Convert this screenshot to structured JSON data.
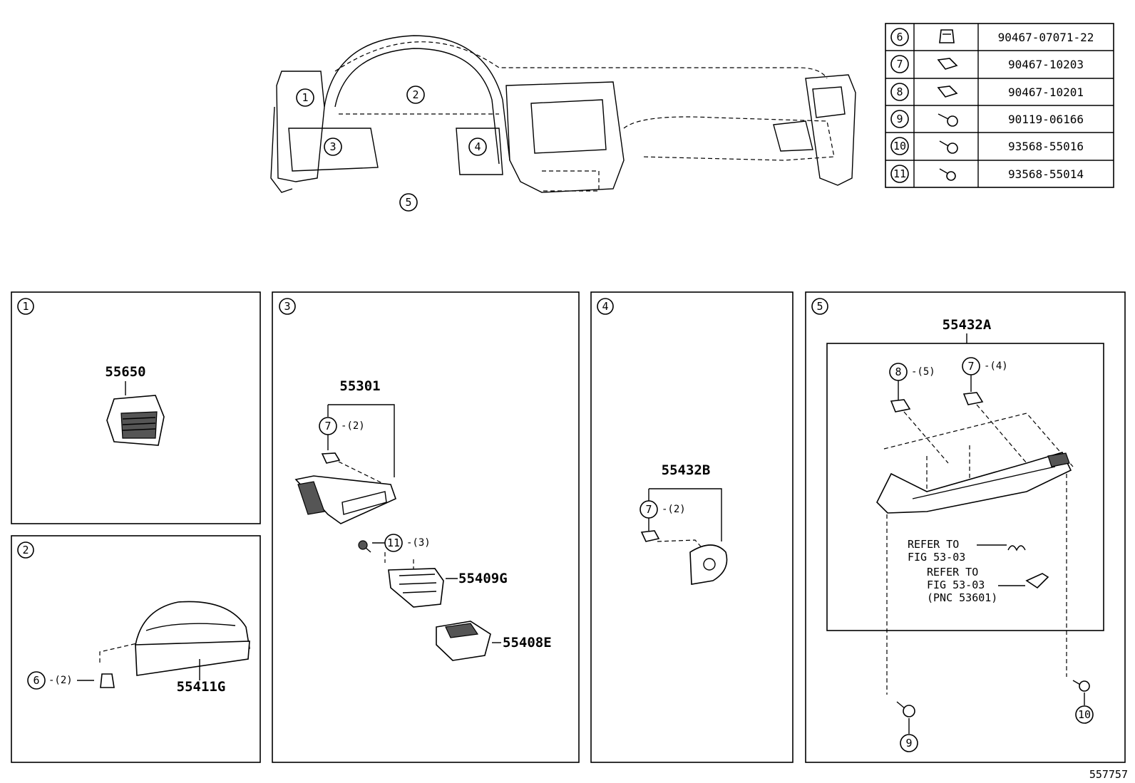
{
  "diagram_id": "557757",
  "overview_callouts": [
    "1",
    "2",
    "3",
    "4",
    "5"
  ],
  "fastener_table": [
    {
      "ref": "6",
      "part_no": "90467-07071-22",
      "icon": "push-clip-icon"
    },
    {
      "ref": "7",
      "part_no": "90467-10203",
      "icon": "clip-icon"
    },
    {
      "ref": "8",
      "part_no": "90467-10201",
      "icon": "clip-icon"
    },
    {
      "ref": "9",
      "part_no": "90119-06166",
      "icon": "bolt-icon"
    },
    {
      "ref": "10",
      "part_no": "93568-55016",
      "icon": "screw-icon"
    },
    {
      "ref": "11",
      "part_no": "93568-55014",
      "icon": "screw-icon"
    }
  ],
  "panel1": {
    "num": "1",
    "part": "55650"
  },
  "panel2": {
    "num": "2",
    "part": "55411G",
    "clip_ref": "6",
    "clip_qty": "-(2)"
  },
  "panel3": {
    "num": "3",
    "part_main": "55301",
    "clip_ref": "7",
    "clip_qty": "-(2)",
    "screw_ref": "11",
    "screw_qty": "-(3)",
    "part_b": "55409G",
    "part_c": "55408E"
  },
  "panel4": {
    "num": "4",
    "part": "55432B",
    "clip_ref": "7",
    "clip_qty": "-(2)"
  },
  "panel5": {
    "num": "5",
    "part": "55432A",
    "clip8_ref": "8",
    "clip8_qty": "-(5)",
    "clip7_ref": "7",
    "clip7_qty": "-(4)",
    "refer1_l1": "REFER TO",
    "refer1_l2": "FIG 53-03",
    "refer2_l1": "REFER TO",
    "refer2_l2": "FIG 53-03",
    "refer2_l3": "(PNC 53601)",
    "bolt_ref": "9",
    "screw_ref": "10"
  }
}
